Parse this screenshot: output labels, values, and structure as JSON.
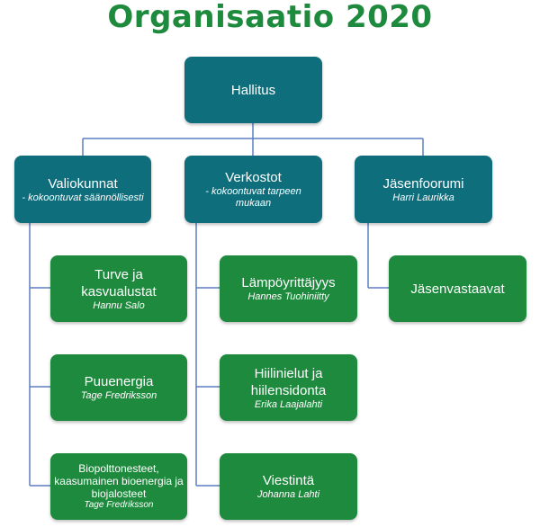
{
  "title": "Organisaatio 2020",
  "root": {
    "name": "Hallitus"
  },
  "columns": [
    {
      "name": "Valiokunnat",
      "sub": "- kokoontuvat säännöllisesti",
      "children": [
        {
          "name": "Turve ja kasvualustat",
          "sub": "Hannu Salo"
        },
        {
          "name": "Puuenergia",
          "sub": "Tage Fredriksson"
        },
        {
          "name": "Biopolttonesteet, kaasumainen bioenergia ja biojalosteet",
          "sub": "Tage Fredriksson"
        }
      ]
    },
    {
      "name": "Verkostot",
      "sub": "- kokoontuvat tarpeen mukaan",
      "children": [
        {
          "name": "Lämpöyrittäjyys",
          "sub": "Hannes Tuohiniitty"
        },
        {
          "name": "Hiilinielut ja hiilensidonta",
          "sub": "Erika Laajalahti"
        },
        {
          "name": "Viestintä",
          "sub": "Johanna Lahti"
        }
      ]
    },
    {
      "name": "Jäsenfoorumi",
      "sub": "Harri Laurikka",
      "children": [
        {
          "name": "Jäsenvastaavat"
        }
      ]
    }
  ],
  "colors": {
    "teal": "#0f6e7c",
    "green": "#1e8a3e",
    "connector": "#5b7fc2"
  }
}
